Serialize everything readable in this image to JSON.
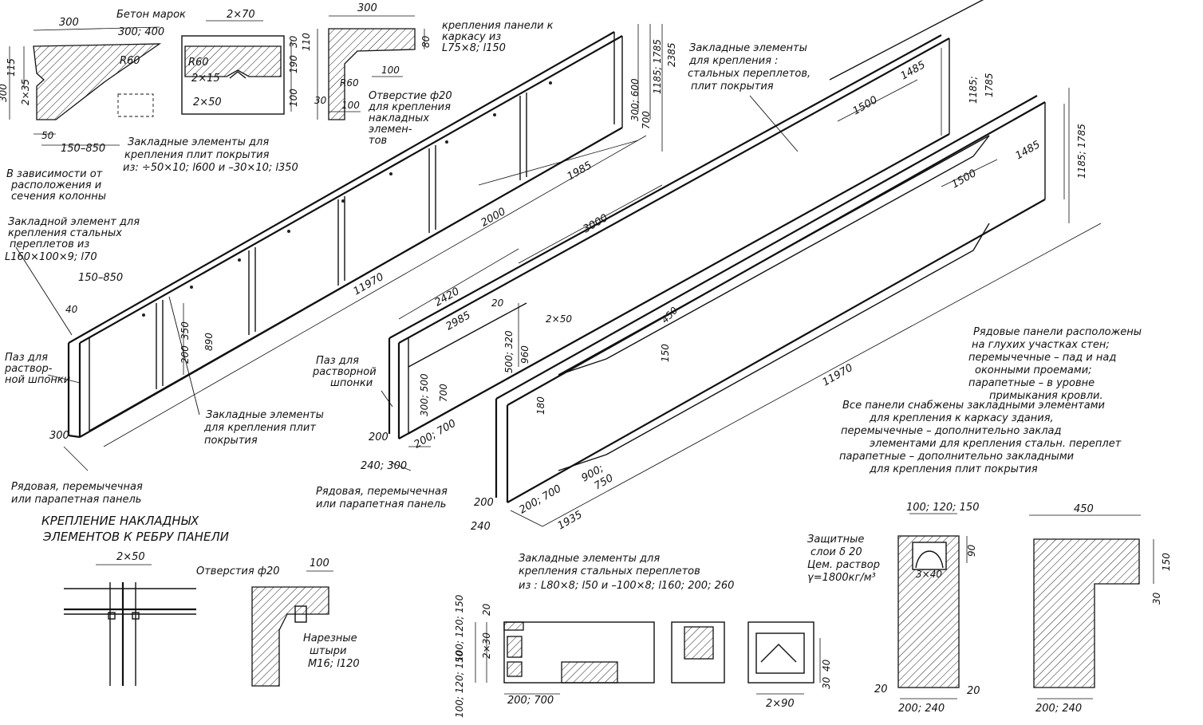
{
  "top_left_section": {
    "width_300": "300",
    "concrete_label_1": "Бетон марок",
    "concrete_label_2": "300; 400",
    "r60": "R60",
    "dim_115": "115",
    "dim_2x35": "2×35",
    "dim_300_v": "300",
    "dim_50": "50",
    "dim_150_850": "150–850",
    "note_1": "В зависимости от",
    "note_2": "расположения и",
    "note_3": "сечения колонны"
  },
  "top_mid_section": {
    "dim_2x70": "2×70",
    "r60": "R60",
    "dim_30": "30",
    "dim_190": "190",
    "dim_100": "100",
    "dim_2x15": "2×15",
    "dim_2x50": "2×50",
    "embed_1": "Закладные элементы для",
    "embed_2": "крепления плит покрытия",
    "embed_3": "из: ÷50×10; l600 и –30×10; l350"
  },
  "top_right_section": {
    "dim_300": "300",
    "dim_110": "110",
    "dim_80": "80",
    "dim_100a": "100",
    "r60": "R60",
    "dim_30": "30",
    "dim_100b": "100",
    "attach_1": "крепления панели к",
    "attach_2": "каркасу из",
    "attach_3": "L75×8; l150",
    "hole_1": "Отверстие ф20",
    "hole_2": "для крепления",
    "hole_3": "накладных",
    "hole_4": "элемен-",
    "hole_5": "тов"
  },
  "panel1": {
    "embed_1": "Закладной элемент для",
    "embed_2": "крепления стальных",
    "embed_3": "переплетов из",
    "embed_4": "L160×100×9; l70",
    "dim_150_850": "150–850",
    "dim_40": "40",
    "groove_1": "Паз для",
    "groove_2": "раствор-",
    "groove_3": "ной шпонки",
    "dim_200": "200",
    "dim_350": "350",
    "dim_890": "890",
    "dim_11970": "11970",
    "dim_2000": "2000",
    "dim_1985": "1985",
    "dim_300_600": "300; 600",
    "dim_700": "700",
    "dim_1185_1785": "1185; 1785",
    "dim_2385": "2385",
    "dim_300": "300",
    "embed2_1": "Закладные элементы",
    "embed2_2": "для крепления плит",
    "embed2_3": "покрытия",
    "caption_1": "Рядовая, перемычечная",
    "caption_2": "или парапетная панель"
  },
  "panel2": {
    "dim_2420": "2420",
    "dim_3000": "3000",
    "dim_2985": "2985",
    "dim_20": "20",
    "dim_2x50": "2×50",
    "dim_500_320": "500; 320",
    "dim_960": "960",
    "dim_300_500": "300; 500",
    "dim_700": "700",
    "dim_200_700": "200; 700",
    "dim_200": "200",
    "dim_240_300": "240; 300",
    "groove_1": "Паз для",
    "groove_2": "растворной",
    "groove_3": "шпонки",
    "caption_1": "Рядовая, перемычечная",
    "caption_2": "или парапетная панель"
  },
  "panel3": {
    "embed_1": "Закладные элементы",
    "embed_2": "для крепления :",
    "embed_3": "стальных переплетов,",
    "embed_4": "плит покрытия",
    "dim_1500a": "1500",
    "dim_1485a": "1485",
    "dim_1185": "1185;",
    "dim_1785": "1785",
    "dim_1485b": "1485",
    "dim_1500b": "1500",
    "dim_1185_1785": "1185; 1785",
    "dim_450": "450",
    "dim_150": "150",
    "dim_180": "180",
    "dim_11970": "11970",
    "dim_900": "900;",
    "dim_750": "750",
    "dim_200_700": "200; 700",
    "dim_1935": "1935",
    "dim_200": "200",
    "dim_240": "240"
  },
  "notes": {
    "n1": "Рядовые панели расположены",
    "n2": "на глухих участках стен;",
    "n3": "перемычечные – пад и над",
    "n4": "оконными проемами;",
    "n5": "парапетные – в уровне",
    "n6": "примыкания кровли.",
    "n7": "Все панели снабжены закладными элементами",
    "n8": "для крепления к каркасу здания,",
    "n9": "перемычечные – дополнительно заклад",
    "n10": "элементами для крепления стальн. переплет",
    "n11": "парапетные – дополнительно закладными",
    "n12": "для крепления плит покрытия"
  },
  "bottom_left": {
    "title_1": "КРЕПЛЕНИЕ НАКЛАДНЫХ",
    "title_2": "ЭЛЕМЕНТОВ К РЕБРУ ПАНЕЛИ",
    "dim_2x50": "2×50",
    "hole": "Отверстия ф20",
    "dim_100": "100",
    "studs_1": "Нарезные",
    "studs_2": "штыри",
    "studs_3": "М16; l120"
  },
  "bottom_mid": {
    "embed_1": "Закладные элементы для",
    "embed_2": "крепления стальных переплетов",
    "embed_3": "из : L80×8; l50 и –100×8; l160; 200; 260",
    "dim_20": "20",
    "dim_2x30": "2×30",
    "dim_100_120_150a": "100; 120; 150",
    "dim_100_120_150b": "100; 120; 150",
    "dim_200_700": "200; 700",
    "dim_2x90": "2×90",
    "dim_40": "40",
    "dim_30": "30"
  },
  "bottom_right": {
    "protect_1": "Защитные",
    "protect_2": "слои δ 20",
    "protect_3": "Цем. раствор",
    "protect_4": "γ=1800кг/м³",
    "dim_100_120_150": "100; 120; 150",
    "dim_90": "90",
    "dim_3x40": "3×40",
    "dim_20a": "20",
    "dim_20b": "20",
    "dim_200_240a": "200; 240",
    "dim_450": "450",
    "dim_150": "150",
    "dim_30": "30",
    "dim_200_240b": "200; 240"
  }
}
